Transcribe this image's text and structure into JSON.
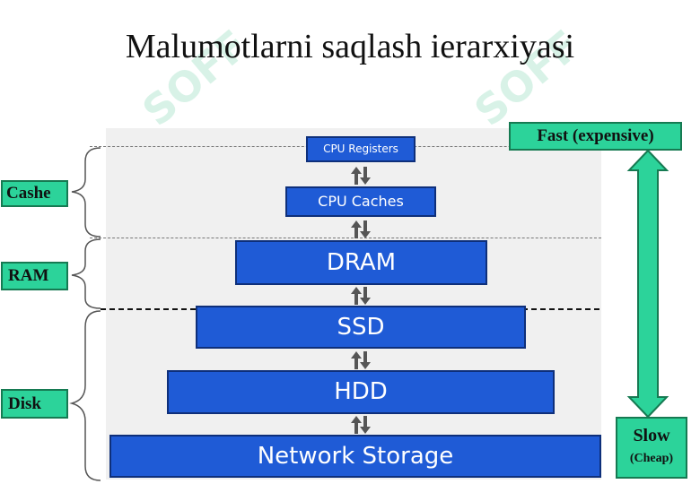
{
  "title": "Malumotlarni saqlash ierarxiyasi",
  "watermark_text": "SOFF",
  "levels": [
    {
      "label": "CPU Registers"
    },
    {
      "label": "CPU Caches"
    },
    {
      "label": "DRAM"
    },
    {
      "label": "SSD"
    },
    {
      "label": "HDD"
    },
    {
      "label": "Network Storage"
    }
  ],
  "groups": [
    {
      "label": "Cashe"
    },
    {
      "label": "RAM"
    },
    {
      "label": "Disk"
    }
  ],
  "speed": {
    "fast": "Fast (expensive)",
    "slow": "Slow",
    "cheap": "(Cheap)"
  },
  "colors": {
    "level_fill": "#1f5bd6",
    "badge_fill": "#2cd39a",
    "arrow_fill": "#2cd39a"
  }
}
